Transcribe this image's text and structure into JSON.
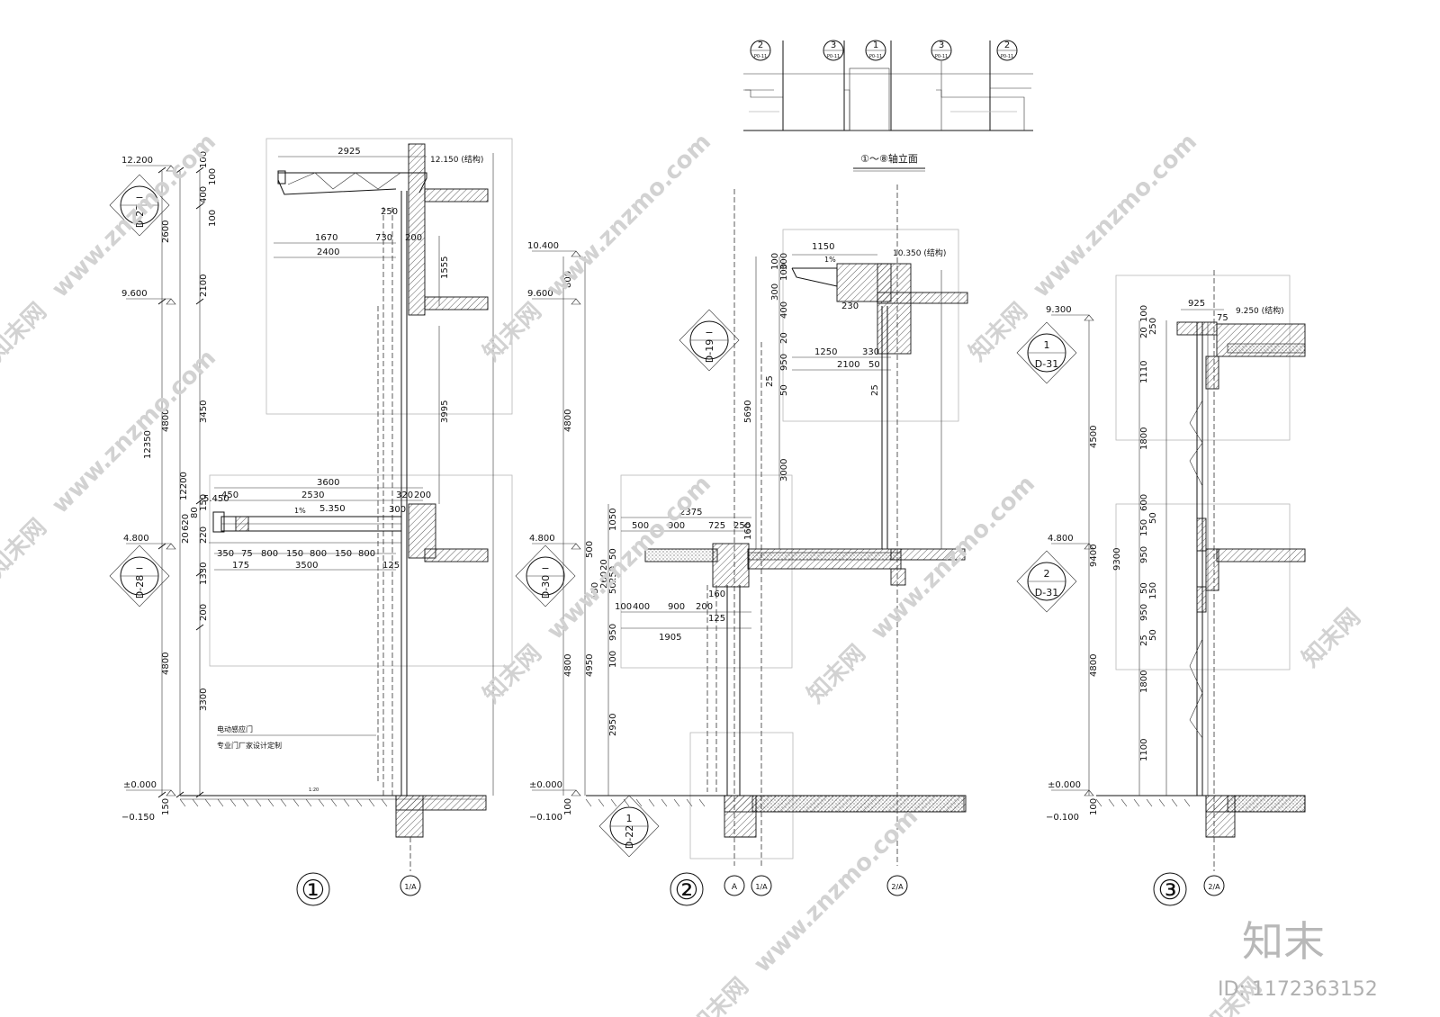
{
  "elevation_ref": {
    "markers": [
      {
        "num": "2",
        "sheet": "P0-11"
      },
      {
        "num": "3",
        "sheet": "P0-11"
      },
      {
        "num": "1",
        "sheet": "P0-11"
      },
      {
        "num": "3",
        "sheet": "P0-11"
      },
      {
        "num": "2",
        "sheet": "P0-11"
      }
    ],
    "title": "①～⑧轴立面"
  },
  "section1": {
    "number": "①",
    "levels": [
      "12.200",
      "9.600",
      "4.800",
      "±0.000",
      "−0.150"
    ],
    "struct_level": "12.150 (结构)",
    "detail_tags": [
      {
        "top": "−",
        "bottom": "D-27"
      },
      {
        "top": "−",
        "bottom": "D-28"
      }
    ],
    "axis_tag": "1/A",
    "top_dims": [
      "2925",
      "250",
      "1670",
      "730",
      "200",
      "2400",
      "1555",
      "3995"
    ],
    "mid_dims": [
      "3600",
      "5.450",
      "450",
      "2530",
      "320",
      "200",
      "1%",
      "5.350",
      "300",
      "350",
      "75",
      "800",
      "150",
      "800",
      "150",
      "800",
      "175",
      "3500",
      "125"
    ],
    "vertical_dims": [
      "100",
      "100",
      "400",
      "100",
      "2600",
      "2100",
      "4800",
      "3450",
      "12350",
      "12200",
      "620",
      "20",
      "80",
      "150",
      "220",
      "1330",
      "200",
      "4800",
      "3300",
      "150"
    ],
    "note_lines": [
      "电动感应门",
      "专业门厂家设计定制"
    ],
    "scale_note": "1:20"
  },
  "section2": {
    "number": "②",
    "levels": [
      "10.400",
      "9.600",
      "4.800",
      "±0.000",
      "−0.100"
    ],
    "struct_level": "10.350 (结构)",
    "detail_tags": [
      {
        "top": "−",
        "bottom": "D-19"
      },
      {
        "top": "−",
        "bottom": "D-30"
      },
      {
        "top": "1",
        "bottom": "D-22"
      }
    ],
    "axis_tags": [
      "A",
      "1/A",
      "2/A"
    ],
    "top_dims": [
      "1150",
      "1%",
      "230",
      "1250",
      "330",
      "2100",
      "50",
      "25"
    ],
    "mid_dims": [
      "2375",
      "500",
      "900",
      "725",
      "250",
      "160",
      "100",
      "400",
      "900",
      "200",
      "1905",
      "160",
      "125"
    ],
    "vertical_dims": [
      "800",
      "300",
      "100",
      "100",
      "400",
      "300",
      "20",
      "950",
      "25",
      "50",
      "5690",
      "3000",
      "1050",
      "500",
      "4800",
      "50",
      "20",
      "250",
      "50",
      "260",
      "150",
      "950",
      "100",
      "4950",
      "4800",
      "2950",
      "100"
    ]
  },
  "section3": {
    "number": "③",
    "levels": [
      "9.300",
      "4.800",
      "±0.000",
      "−0.100"
    ],
    "struct_level": "9.250 (结构)",
    "detail_tags": [
      {
        "top": "1",
        "bottom": "D-31"
      },
      {
        "top": "2",
        "bottom": "D-31"
      }
    ],
    "axis_tag": "2/A",
    "top_dims": [
      "925",
      "75"
    ],
    "vertical_dims": [
      "100",
      "20",
      "250",
      "1110",
      "4500",
      "1800",
      "600",
      "150",
      "50",
      "950",
      "9400",
      "9300",
      "50",
      "150",
      "950",
      "25",
      "50",
      "4800",
      "1800",
      "1100",
      "100"
    ]
  },
  "watermark": {
    "brand": "知末网",
    "site": "www.znzmo.com",
    "logo": "知末",
    "id": "ID: 1172363152"
  }
}
